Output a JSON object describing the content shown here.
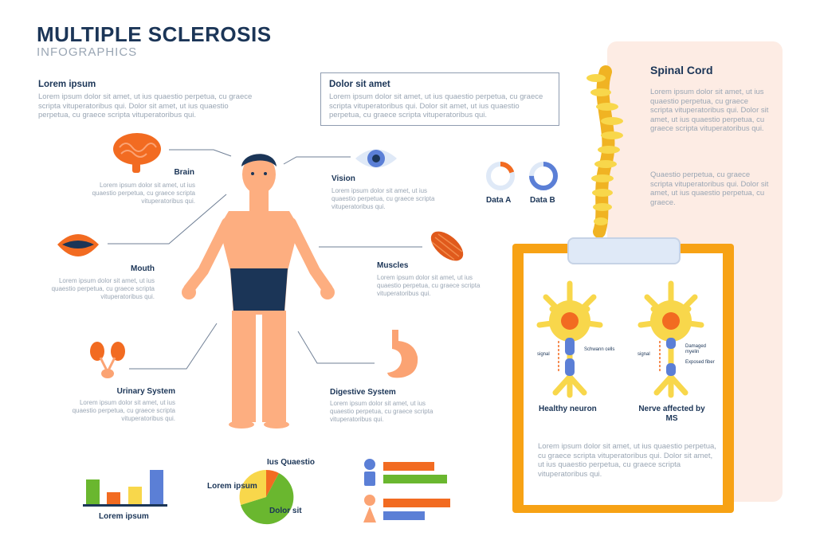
{
  "header": {
    "title": "MULTIPLE SCLEROSIS",
    "subtitle": "INFOGRAPHICS"
  },
  "intro_left": {
    "heading": "Lorem ipsum",
    "text": "Lorem ipsum dolor sit amet, ut ius quaestio perpetua, cu graece scripta vituperatoribus qui. Dolor sit amet, ut ius quaestio perpetua, cu graece scripta vituperatoribus qui."
  },
  "intro_box": {
    "heading": "Dolor sit amet",
    "text": "Lorem ipsum dolor sit amet, ut ius quaestio perpetua, cu graece scripta vituperatoribus qui. Dolor sit amet, ut ius quaestio perpetua, cu graece scripta vituperatoribus qui."
  },
  "organs": {
    "brain": {
      "label": "Brain",
      "text": "Lorem ipsum dolor sit amet, ut ius quaestio perpetua, cu graece scripta vituperatoribus qui."
    },
    "mouth": {
      "label": "Mouth",
      "text": "Lorem ipsum dolor sit amet, ut ius quaestio perpetua, cu graece scripta vituperatoribus qui."
    },
    "urinary": {
      "label": "Urinary System",
      "text": "Lorem ipsum dolor sit amet, ut ius quaestio perpetua, cu graece scripta vituperatoribus qui."
    },
    "vision": {
      "label": "Vision",
      "text": "Lorem ipsum dolor sit amet, ut ius quaestio perpetua, cu graece scripta vituperatoribus qui."
    },
    "muscles": {
      "label": "Muscles",
      "text": "Lorem ipsum dolor sit amet, ut ius quaestio perpetua, cu graece scripta vituperatoribus qui."
    },
    "digestive": {
      "label": "Digestive System",
      "text": "Lorem ipsum dolor sit amet, ut ius quaestio perpetua, cu graece scripta vituperatoribus qui."
    }
  },
  "data_rings": {
    "a_label": "Data A",
    "b_label": "Data B",
    "a_fraction": 0.2,
    "b_fraction": 0.75
  },
  "spinal": {
    "heading": "Spinal Cord",
    "text1": "Lorem ipsum dolor sit amet, ut ius quaestio perpetua, cu graece scripta vituperatoribus qui. Dolor sit amet, ut ius quaestio perpetua, cu graece scripta vituperatoribus qui.",
    "text2": "Quaestio perpetua, cu graece scripta vituperatoribus qui. Dolor sit amet, ut ius quaestio perpetua, cu graece."
  },
  "neurons": {
    "healthy": "Healthy neuron",
    "affected": "Nerve affected by MS",
    "signal": "signal",
    "schwann": "Schwann cells",
    "damaged": "Damaged myelin",
    "exposed": "Exposed fiber",
    "text": "Lorem ipsum dolor sit amet, ut ius quaestio perpetua, cu graece scripta vituperatoribus qui. Dolor sit amet, ut ius quaestio perpetua, cu graece scripta vituperatoribus qui."
  },
  "bar_chart": {
    "label": "Lorem ipsum"
  },
  "pie": {
    "top": "Ius Quaestio",
    "left": "Lorem ipsum",
    "right": "Dolor sit"
  },
  "colors": {
    "navy": "#1b3557",
    "orange": "#f26b21",
    "green": "#6ab72f",
    "yellow": "#f8d74b",
    "blue": "#5b7fd6",
    "clipboard": "#f7a215",
    "panel": "#fdece4"
  }
}
